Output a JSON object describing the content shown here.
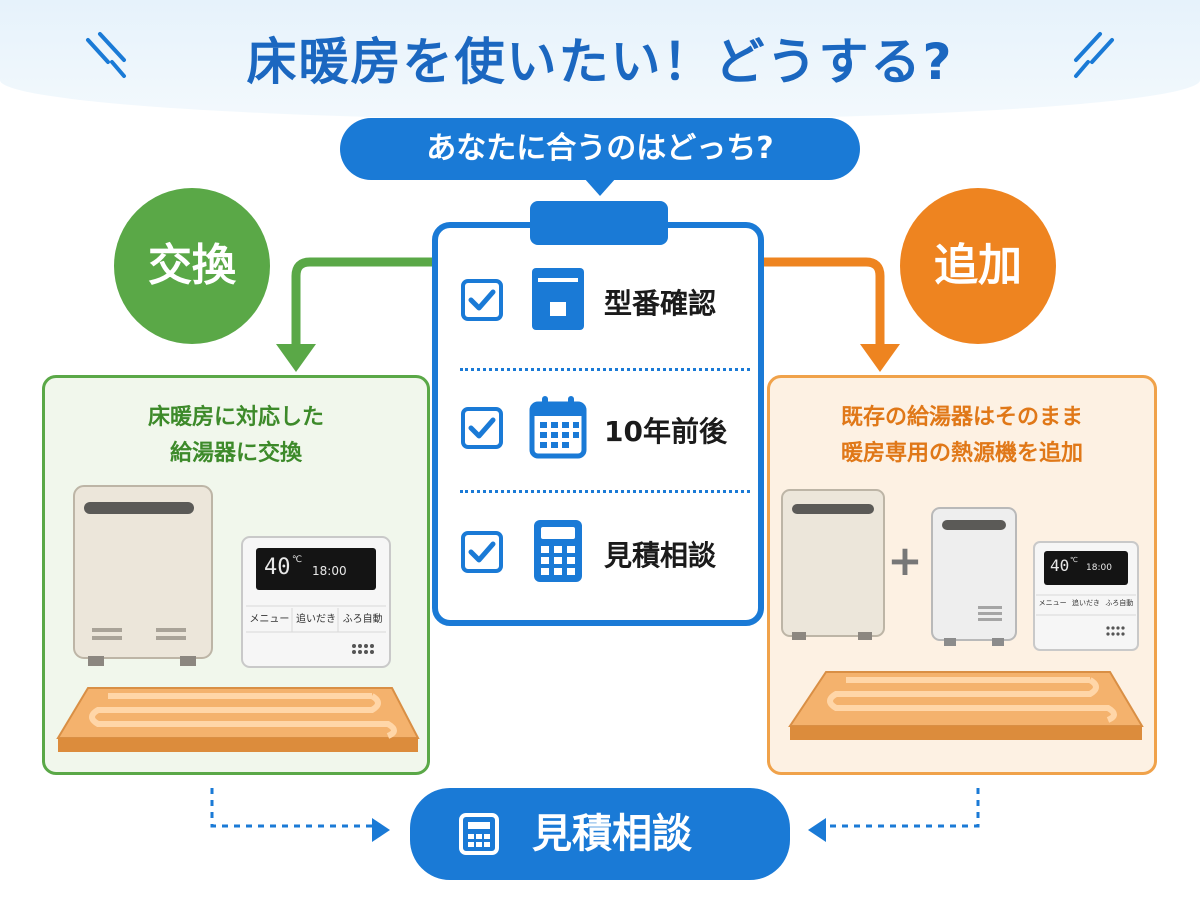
{
  "title": "床暖房を使いたい！どうする?",
  "subtitle": "あなたに合うのはどっち?",
  "checklist": {
    "items": [
      {
        "label": "型番確認",
        "icon": "water-heater-box-icon"
      },
      {
        "label": "10年前後",
        "icon": "calendar-icon"
      },
      {
        "label": "見積相談",
        "icon": "calculator-icon"
      }
    ]
  },
  "left": {
    "badge": "交換",
    "desc_line1": "床暖房に対応した",
    "desc_line2": "給湯器に交換",
    "remote": {
      "temp": "40",
      "unit": "℃",
      "time": "18:00",
      "buttons": [
        "メニュー",
        "追いだき",
        "ふろ自動"
      ]
    }
  },
  "right": {
    "badge": "追加",
    "desc_line1": "既存の給湯器はそのまま",
    "desc_line2": "暖房専用の熱源機を追加",
    "plus": "+",
    "remote": {
      "temp": "40",
      "unit": "℃",
      "time": "18:00",
      "buttons": [
        "メニュー",
        "追いだき",
        "ふろ自動"
      ]
    }
  },
  "bottom": {
    "label": "見積相談"
  },
  "colors": {
    "blue": "#1a7ad6",
    "green": "#5aa847",
    "orange": "#ee8420"
  }
}
